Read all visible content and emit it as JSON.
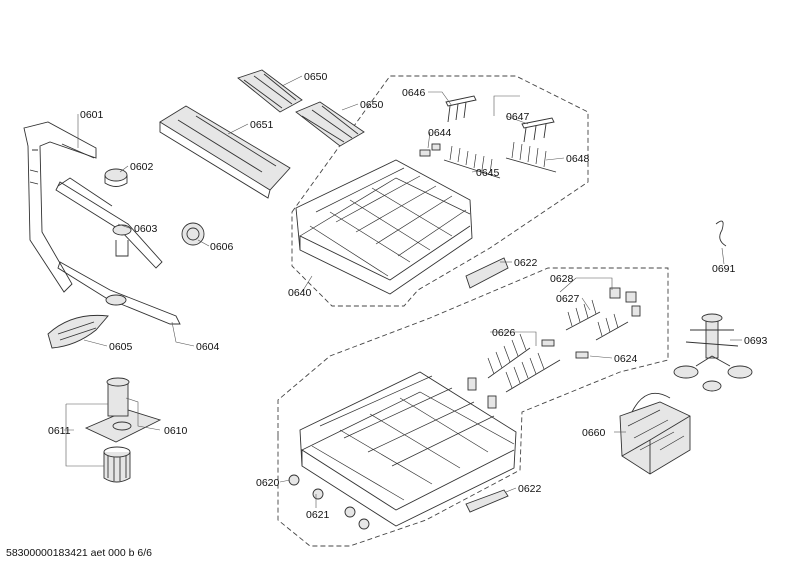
{
  "labels": {
    "p0601": "0601",
    "p0602": "0602",
    "p0603": "0603",
    "p0604": "0604",
    "p0605": "0605",
    "p0606": "0606",
    "p0610": "0610",
    "p0611": "0611",
    "p0620": "0620",
    "p0621": "0621",
    "p0622a": "0622",
    "p0622b": "0622",
    "p0624": "0624",
    "p0626": "0626",
    "p0627": "0627",
    "p0628": "0628",
    "p0640": "0640",
    "p0644": "0644",
    "p0645": "0645",
    "p0646": "0646",
    "p0647": "0647",
    "p0648": "0648",
    "p0650a": "0650",
    "p0650b": "0650",
    "p0651": "0651",
    "p0660": "0660",
    "p0691": "0691",
    "p0693": "0693"
  },
  "footer": "58300000183421 aet 000 b 6/6"
}
